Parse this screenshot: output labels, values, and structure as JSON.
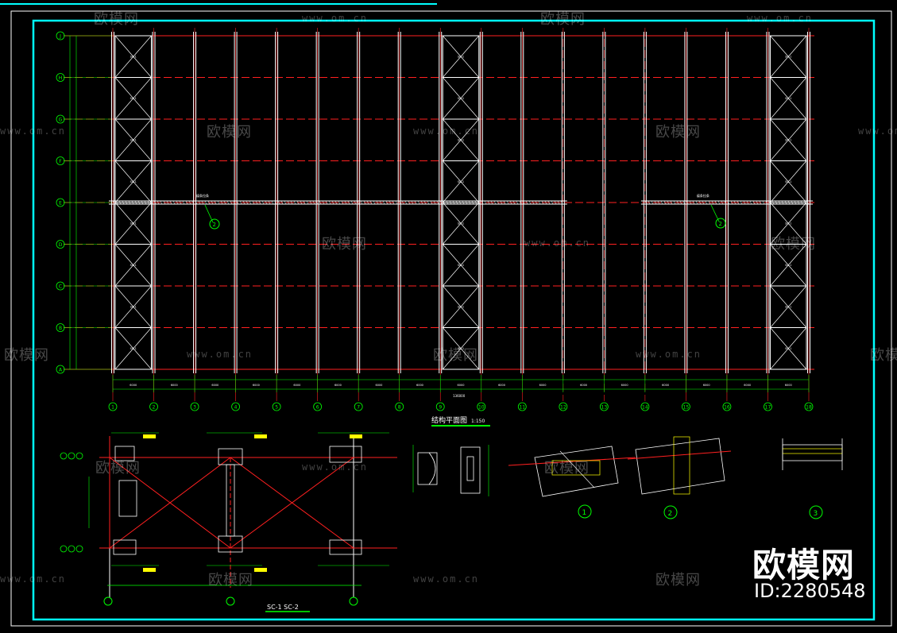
{
  "watermark": {
    "brand": "欧模网",
    "url": "www.om.cn",
    "id_label": "ID:2280548"
  },
  "plan": {
    "axis_numbers": [
      "1",
      "2",
      "3",
      "4",
      "5",
      "6",
      "7",
      "8",
      "9",
      "10",
      "11",
      "12",
      "13",
      "14",
      "15",
      "16",
      "17",
      "18"
    ],
    "axis_letters": [
      "A",
      "B",
      "C",
      "D",
      "E",
      "F",
      "G",
      "H",
      "J"
    ],
    "title": "结构平面图",
    "scale": "1:150",
    "overall_dim": "136000",
    "bay_dim": "6000",
    "callout_left": "2",
    "callout_right": "2",
    "brace_label": "SC-1",
    "tie_note": "檩条拉条"
  },
  "details": {
    "section_title": "SC-1    SC-2",
    "circle_labels": [
      "1",
      "2",
      "3"
    ]
  },
  "colors": {
    "background": "#000000",
    "frame": "#00ffff",
    "grid": "#ff2020",
    "column": "#ffffff",
    "dimension": "#00ff00",
    "text": "#ffffff",
    "annotation": "#ffff00"
  }
}
